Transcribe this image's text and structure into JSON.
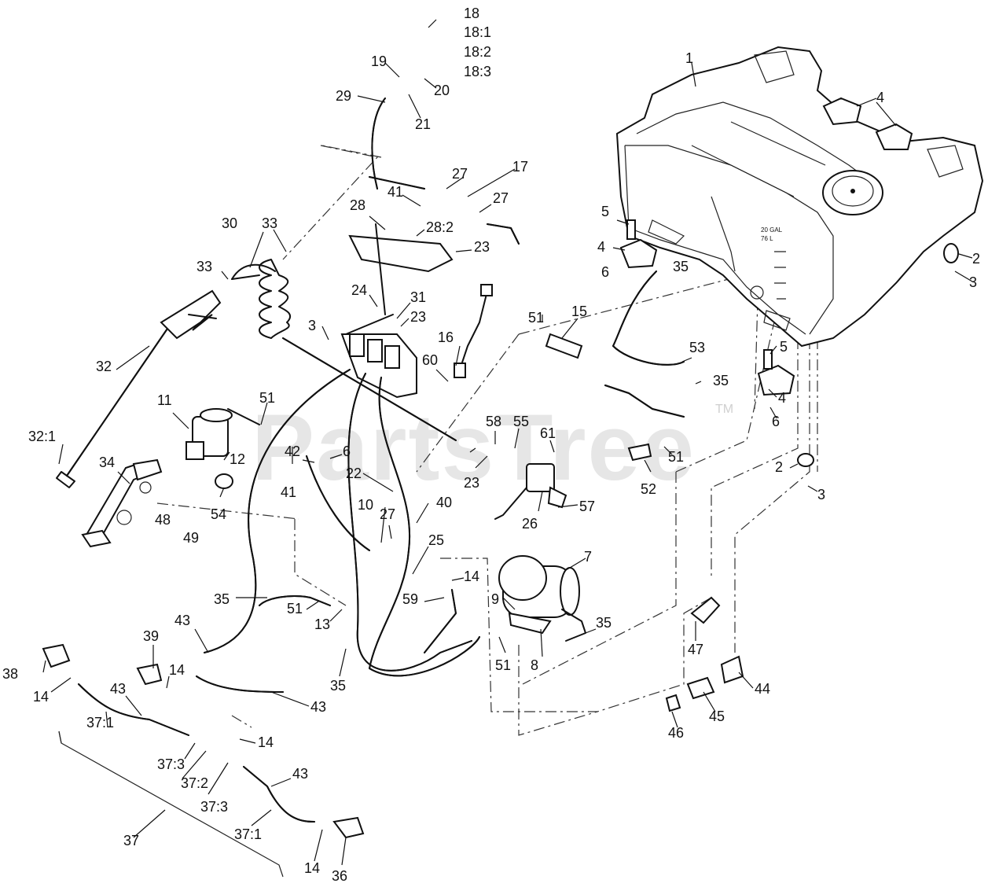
{
  "watermark": {
    "text": "PartsTree",
    "tm": "TM"
  },
  "tank_markings": [
    "20 GAL",
    "76 L"
  ],
  "labels": {
    "l1": "1",
    "l2a": "2",
    "l2b": "2",
    "l3a": "3",
    "l3b": "3",
    "l3c": "3",
    "l4a": "4",
    "l4b": "4",
    "l4c": "4",
    "l5a": "5",
    "l5b": "5",
    "l6a": "6",
    "l6b": "6",
    "l6c": "6",
    "l7": "7",
    "l8": "8",
    "l9": "9",
    "l10": "10",
    "l11": "11",
    "l12": "12",
    "l13": "13",
    "l14a": "14",
    "l14b": "14",
    "l14c": "14",
    "l14d": "14",
    "l14e": "14",
    "l15": "15",
    "l16": "16",
    "l17": "17",
    "l18": "18",
    "l18_1": "18:1",
    "l18_2": "18:2",
    "l18_3": "18:3",
    "l19": "19",
    "l20": "20",
    "l21": "21",
    "l22": "22",
    "l23a": "23",
    "l23b": "23",
    "l23c": "23",
    "l24": "24",
    "l25": "25",
    "l26": "26",
    "l27a": "27",
    "l27b": "27",
    "l27c": "27",
    "l28": "28",
    "l28_2": "28:2",
    "l29": "29",
    "l30": "30",
    "l31": "31",
    "l32": "32",
    "l32_1": "32:1",
    "l33a": "33",
    "l33b": "33",
    "l34": "34",
    "l35a": "35",
    "l35b": "35",
    "l35c": "35",
    "l35d": "35",
    "l35e": "35",
    "l36": "36",
    "l37": "37",
    "l37_1a": "37:1",
    "l37_1b": "37:1",
    "l37_2": "37:2",
    "l37_3a": "37:3",
    "l37_3b": "37:3",
    "l38": "38",
    "l39": "39",
    "l40": "40",
    "l41a": "41",
    "l41b": "41",
    "l42": "42",
    "l43a": "43",
    "l43b": "43",
    "l43c": "43",
    "l43d": "43",
    "l44": "44",
    "l45": "45",
    "l46": "46",
    "l47": "47",
    "l48": "48",
    "l49": "49",
    "l51a": "51",
    "l51b": "51",
    "l51c": "51",
    "l51d": "51",
    "l51e": "51",
    "l52": "52",
    "l53": "53",
    "l54": "54",
    "l55": "55",
    "l57": "57",
    "l58": "58",
    "l59": "59",
    "l60": "60",
    "l61": "61"
  }
}
